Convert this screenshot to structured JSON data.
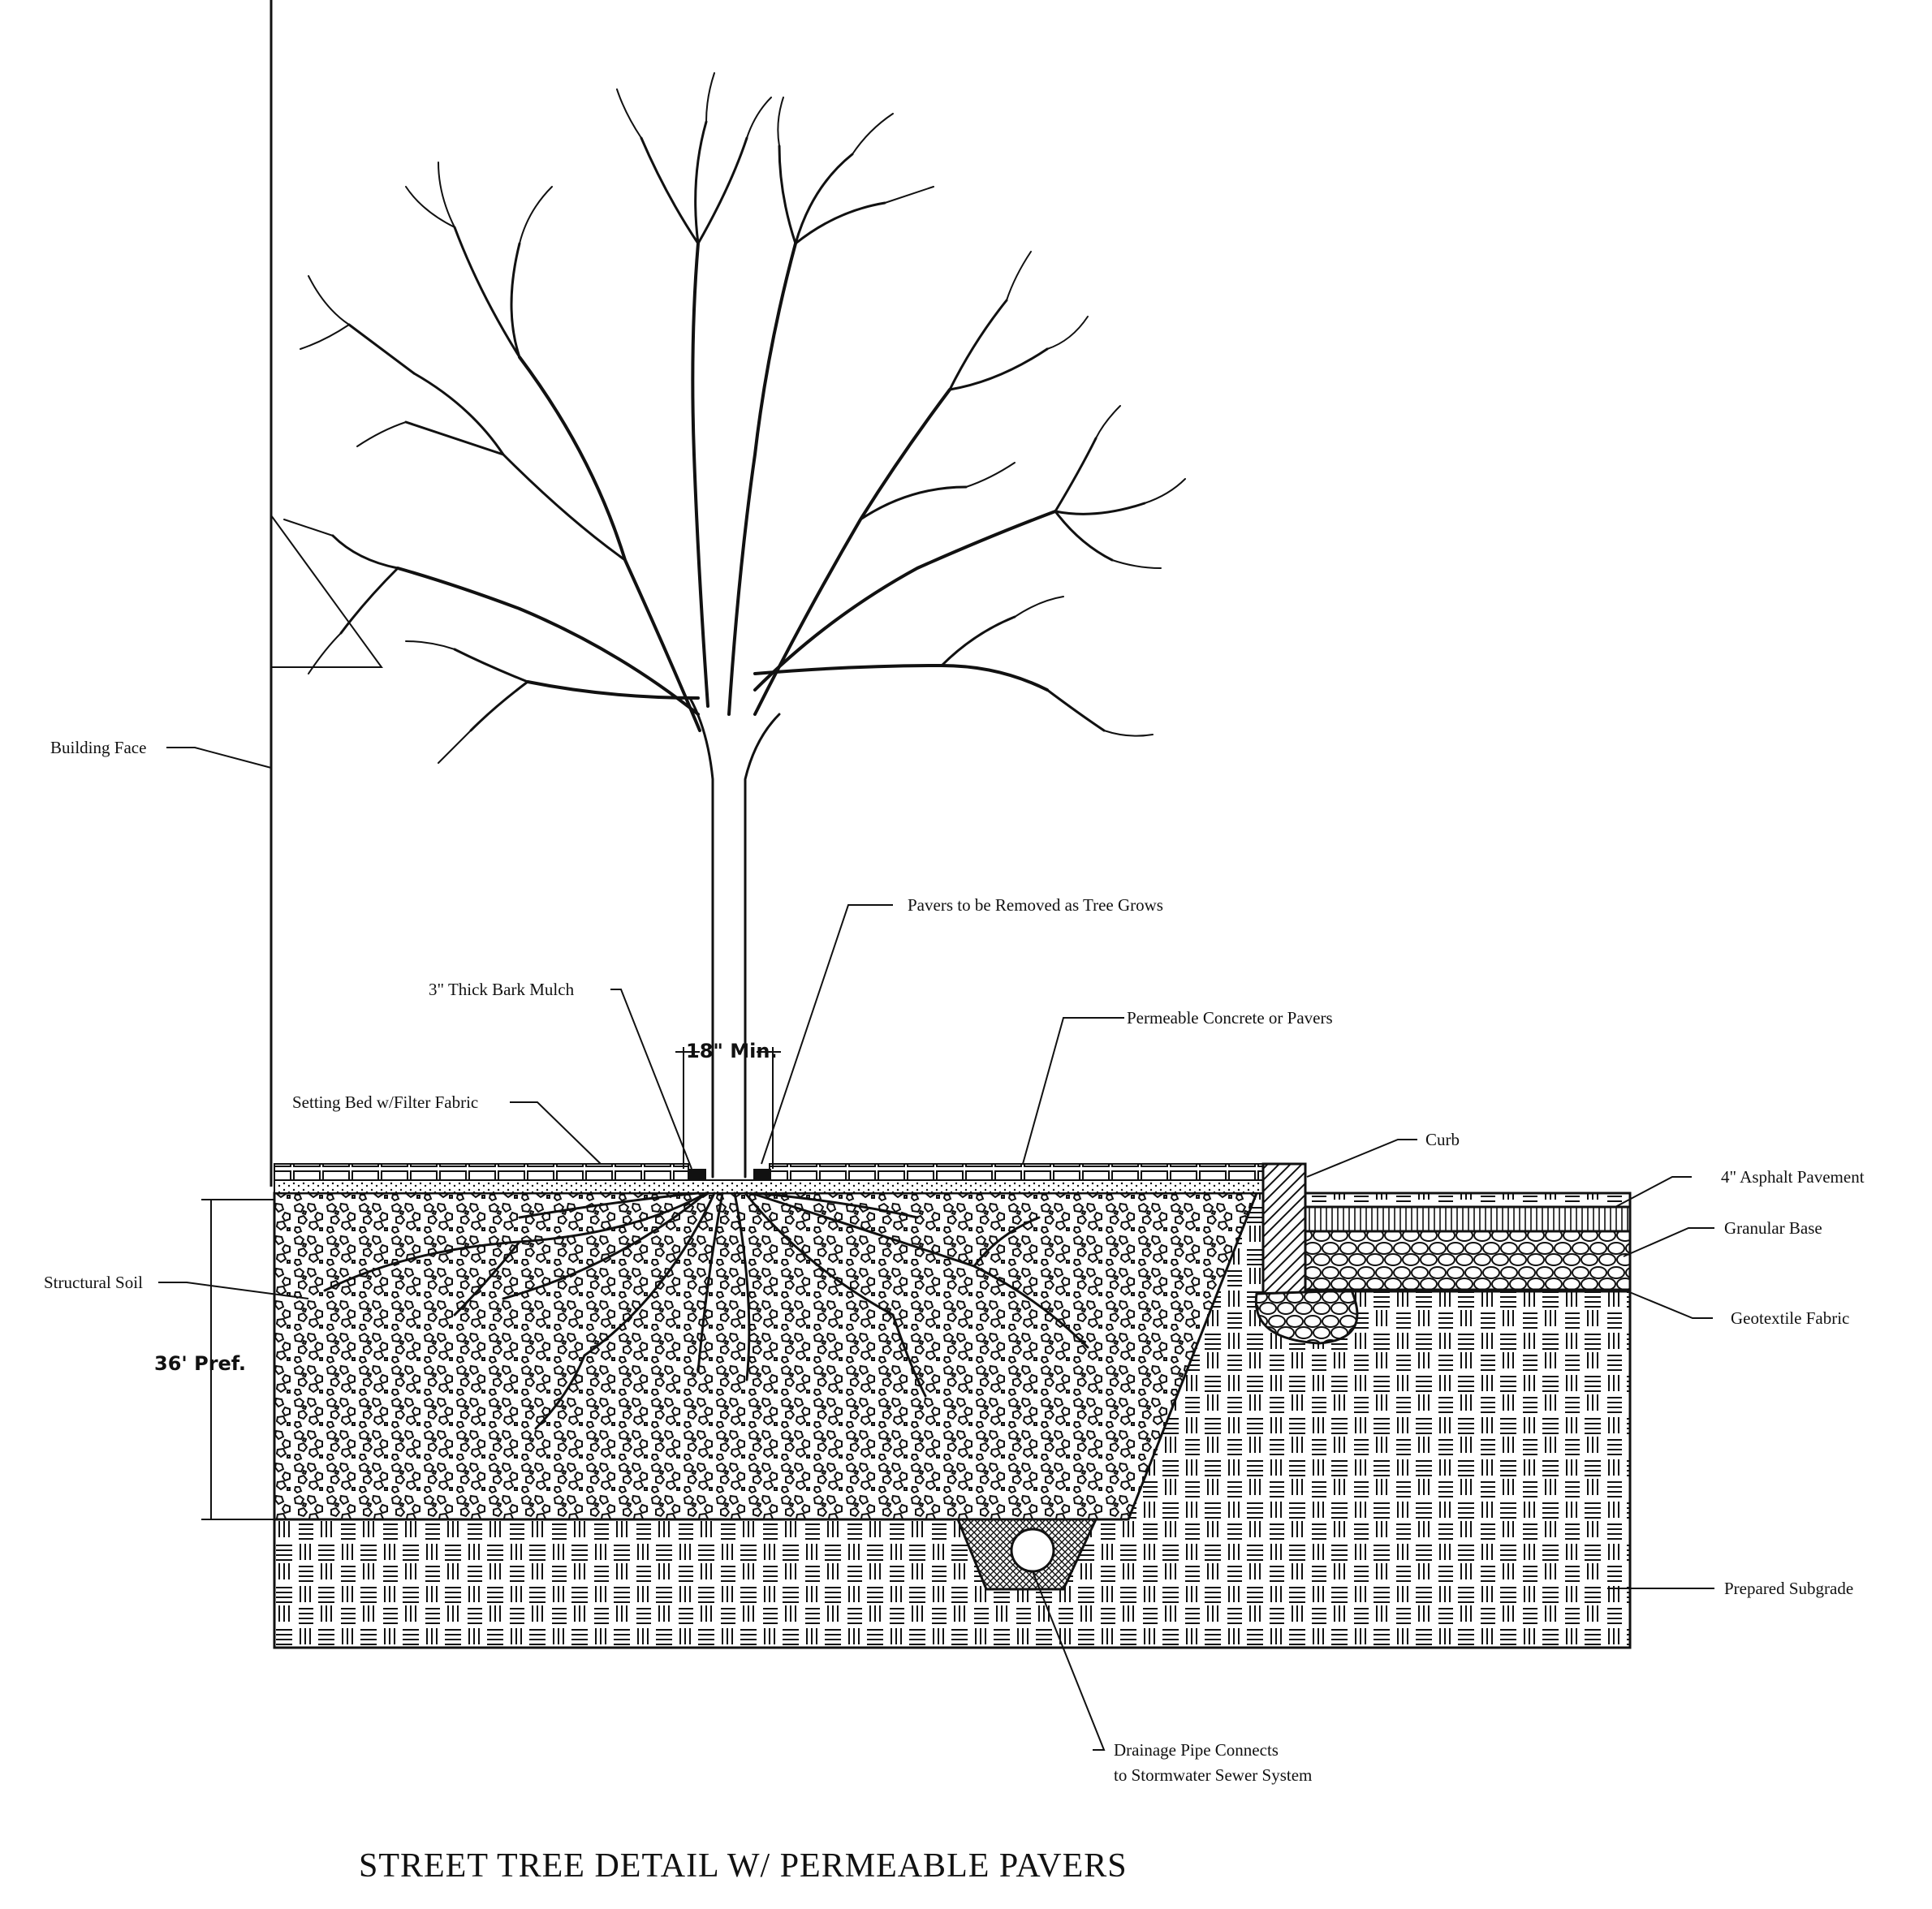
{
  "title": "STREET TREE DETAIL W/ PERMEABLE  PAVERS",
  "labels": {
    "building_face": "Building Face",
    "pavers_removed": "Pavers to be Removed as Tree Grows",
    "bark_mulch": "3\" Thick Bark Mulch",
    "permeable_concrete": "Permeable Concrete or Pavers",
    "setting_bed": "Setting Bed w/Filter Fabric",
    "curb": "Curb",
    "asphalt": "4\" Asphalt Pavement",
    "granular_base": "Granular Base",
    "structural_soil": "Structural Soil",
    "geotextile": "Geotextile Fabric",
    "prepared_subgrade": "Prepared Subgrade",
    "drainage_line1": "Drainage Pipe Connects",
    "drainage_line2": "to Stormwater Sewer System"
  },
  "dimensions": {
    "min_gap": "18\" Min.",
    "depth": "36' Pref."
  }
}
